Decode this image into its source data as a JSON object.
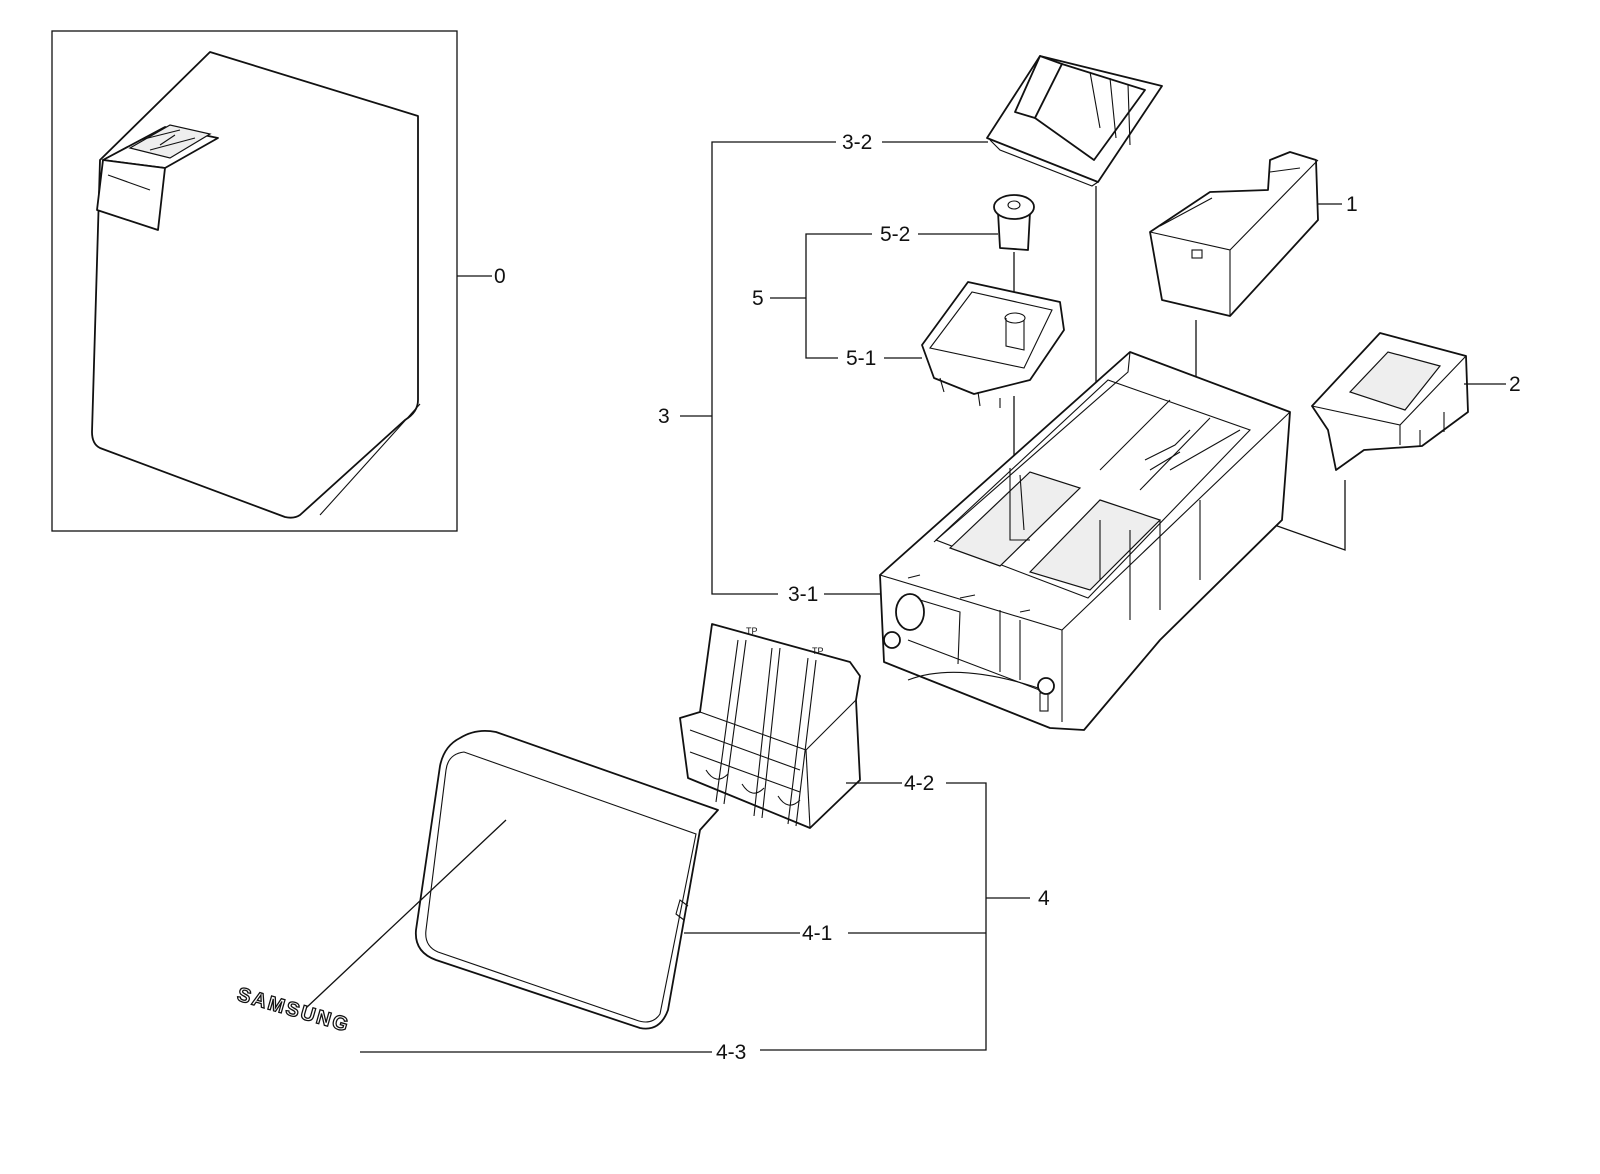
{
  "callouts": {
    "c0": "0",
    "c1": "1",
    "c2": "2",
    "c3": "3",
    "c3_1": "3-1",
    "c3_2": "3-2",
    "c4": "4",
    "c4_1": "4-1",
    "c4_2": "4-2",
    "c4_3": "4-3",
    "c5": "5",
    "c5_1": "5-1",
    "c5_2": "5-2"
  },
  "logo_text": "SAMSUNG",
  "colors": {
    "line": "#111111",
    "background": "#ffffff"
  }
}
